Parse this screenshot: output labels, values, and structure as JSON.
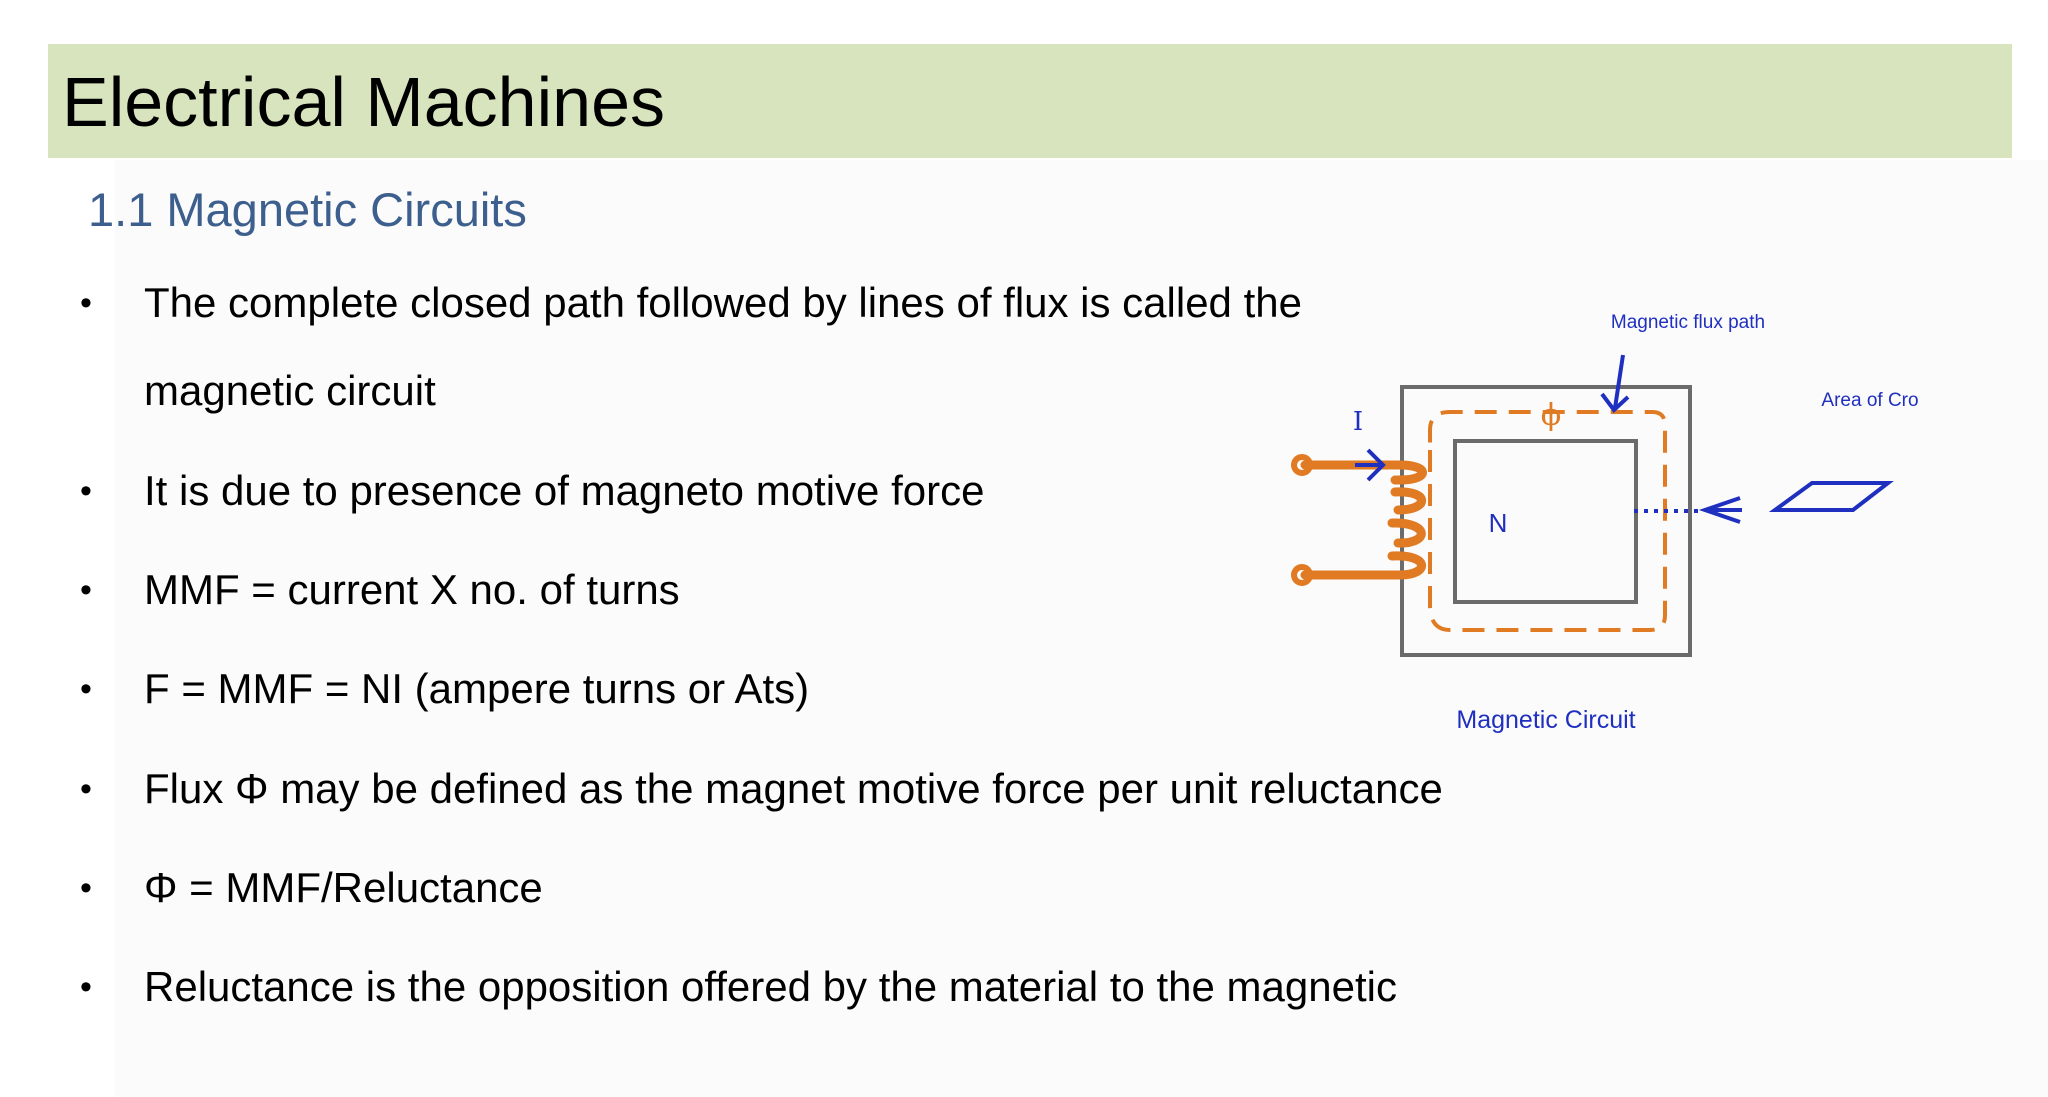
{
  "header": {
    "title": "Electrical Machines"
  },
  "section": {
    "subtitle": "1.1 Magnetic Circuits"
  },
  "bullets": [
    "•",
    "The complete closed path followed by lines of flux is called the magnetic circuit",
    "It is due to presence of magneto motive force",
    "MMF = current X no. of turns",
    "F = MMF = NI (ampere turns or Ats)",
    "Flux Φ may be defined as the magnet motive force per unit reluctance",
    "Φ = MMF/Reluctance",
    "Reluctance is the opposition offered by the material to the magnetic"
  ],
  "diagram": {
    "flux_path_label": "Magnetic flux path",
    "area_label": "Area of Cro",
    "current_label": "I",
    "turns_label": "N",
    "flux_symbol": "ϕ",
    "caption": "Magnetic Circuit"
  },
  "colors": {
    "title_bar": "#d7e4bd",
    "subtitle": "#3c5f8e",
    "diagram_blue": "#1f2fbf",
    "diagram_orange": "#e07b24",
    "core_gray": "#6b6b6b"
  }
}
